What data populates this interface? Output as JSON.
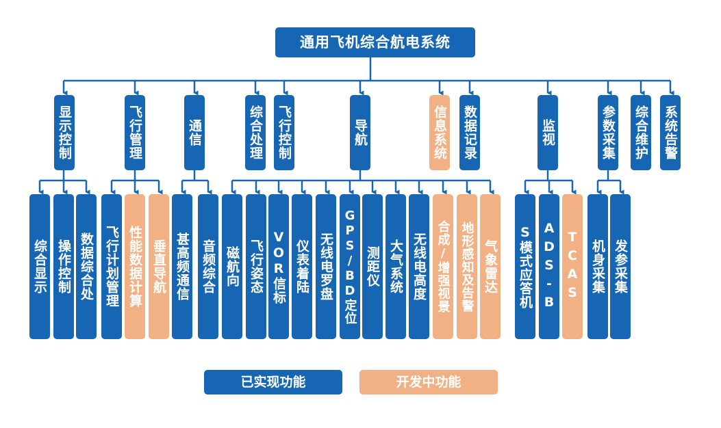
{
  "title": "通用飞机综合航电系统",
  "colors": {
    "implemented": "#1666b3",
    "developing": "#f2b184",
    "line": "#1666b3"
  },
  "legend": {
    "implemented": "已实现功能",
    "developing": "开发中功能"
  },
  "categories": {
    "display": "显示控制",
    "flight_mgmt": "飞行管理",
    "comm": "通信",
    "processing": "综合处理",
    "flight_ctrl": "飞行控制",
    "nav": "导航",
    "info": "信息系统",
    "recording": "数据记录",
    "surveillance": "监视",
    "param": "参数采集",
    "maintenance": "综合维护",
    "alert": "系统告警"
  },
  "leaves": {
    "display_integrated": "综合显示",
    "ops_control": "操作控制",
    "data_processing": "数据综合处",
    "flight_plan": "飞行计划管理",
    "performance": "性能数据计算",
    "vertical_nav": "垂直导航",
    "vhf_comm": "甚高频通信",
    "audio": "音频综合",
    "magnetic_heading": "磁航向",
    "attitude": "飞行姿态",
    "vor": "VOR信标",
    "ils": "仪表着陆",
    "radio_compass": "无线电罗盘",
    "gps_bd": "GPS/BD定位",
    "dme": "测距仪",
    "air_data": "大气系统",
    "radio_altimeter": "无线电高度",
    "svs_evs": "合成/增强视景",
    "taws": "地形感知及告警",
    "weather_radar": "气象雷达",
    "mode_s": "S模式应答机",
    "ads_b": "ADS-B",
    "tcas": "TCAS",
    "airframe": "机身采集",
    "engine": "发参采集"
  }
}
